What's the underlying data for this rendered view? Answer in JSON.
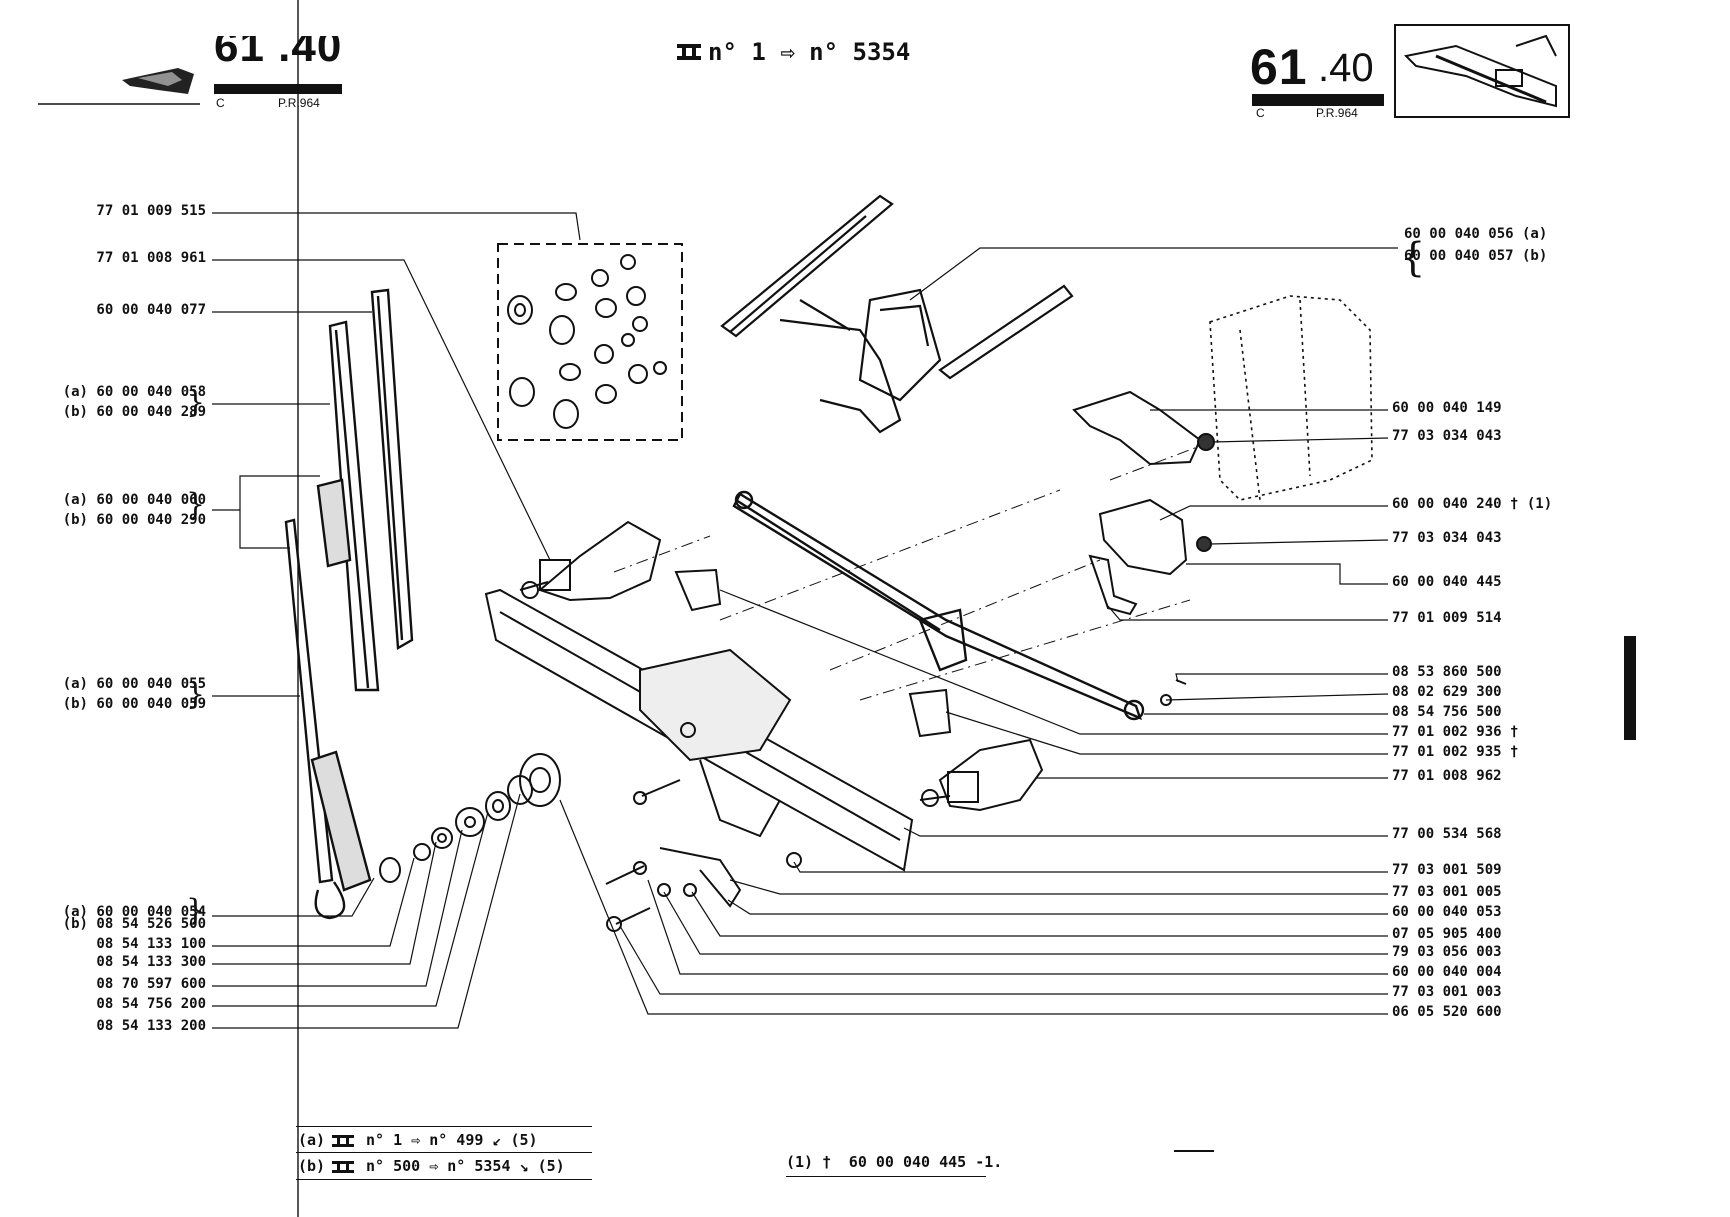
{
  "header": {
    "title": "n° 1 ⇨ n° 5354",
    "section_left": "61 .40",
    "section_right_main": "61",
    "section_right_sub": ".40",
    "c_left": "C",
    "pr_left": "P.R.964",
    "c_right": "C",
    "pr_right": "P.R.964"
  },
  "left_labels": [
    {
      "text": "77 01 009 515"
    },
    {
      "text": "77 01 008 961"
    },
    {
      "text": "60 00 040 077"
    },
    {
      "text": "(a) 60 00 040 058"
    },
    {
      "text": "(b) 60 00 040 289"
    },
    {
      "text": "(a) 60 00 040 060"
    },
    {
      "text": "(b) 60 00 040 290"
    },
    {
      "text": "(a) 60 00 040 055"
    },
    {
      "text": "(b) 60 00 040 059"
    },
    {
      "text": "(a) 60 00 040 054"
    },
    {
      "text": "(b) 08 54 526 500"
    },
    {
      "text": "08 54 133 100"
    },
    {
      "text": "08 54 133 300"
    },
    {
      "text": "08 70 597 600"
    },
    {
      "text": "08 54 756 200"
    },
    {
      "text": "08 54 133 200"
    }
  ],
  "right_labels": [
    {
      "text": "60 00 040 056 (a)"
    },
    {
      "text": "60 00 040 057 (b)"
    },
    {
      "text": "60 00 040 149"
    },
    {
      "text": "77 03 034 043"
    },
    {
      "text": "60 00 040 240 † (1)"
    },
    {
      "text": "77 03 034 043"
    },
    {
      "text": "60 00 040 445"
    },
    {
      "text": "77 01 009 514"
    },
    {
      "text": "08 53 860 500"
    },
    {
      "text": "08 02 629 300"
    },
    {
      "text": "08 54 756 500"
    },
    {
      "text": "77 01 002 936 †"
    },
    {
      "text": "77 01 002 935 †"
    },
    {
      "text": "77 01 008 962"
    },
    {
      "text": "77 00 534 568"
    },
    {
      "text": "77 03 001 509"
    },
    {
      "text": "77 03 001 005"
    },
    {
      "text": "60 00 040 053"
    },
    {
      "text": "07 05 905 400"
    },
    {
      "text": "79 03 056 003"
    },
    {
      "text": "60 00 040 004"
    },
    {
      "text": "77 03 001 003"
    },
    {
      "text": "06 05 520 600"
    }
  ],
  "footnotes": {
    "a": "(a)",
    "a_text": "n° 1 ⇨ n° 499 ↙ (5)",
    "b": "(b)",
    "b_text": "n° 500 ⇨ n° 5354 ↘ (5)",
    "one": "(1) †",
    "one_text": "60 00 040 445 -1."
  },
  "colors": {
    "ink": "#111111",
    "paper": "#ffffff"
  }
}
